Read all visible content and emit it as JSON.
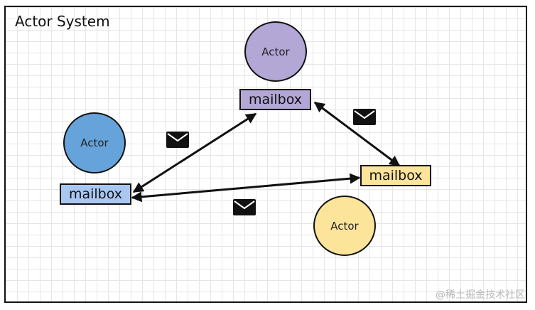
{
  "title": "Actor System",
  "watermark": "@稀土掘金技术社区",
  "actors": [
    {
      "label": "Actor",
      "color": "#b3a7d6"
    },
    {
      "label": "Actor",
      "color": "#66a3da"
    },
    {
      "label": "Actor",
      "color": "#fde49b"
    }
  ],
  "mailboxes": [
    {
      "label": "mailbox",
      "color": "#b3a7d6"
    },
    {
      "label": "mailbox",
      "color": "#aac7f2"
    },
    {
      "label": "mailbox",
      "color": "#fde49b"
    }
  ],
  "icons": [
    "envelope-icon",
    "envelope-icon",
    "envelope-icon"
  ]
}
